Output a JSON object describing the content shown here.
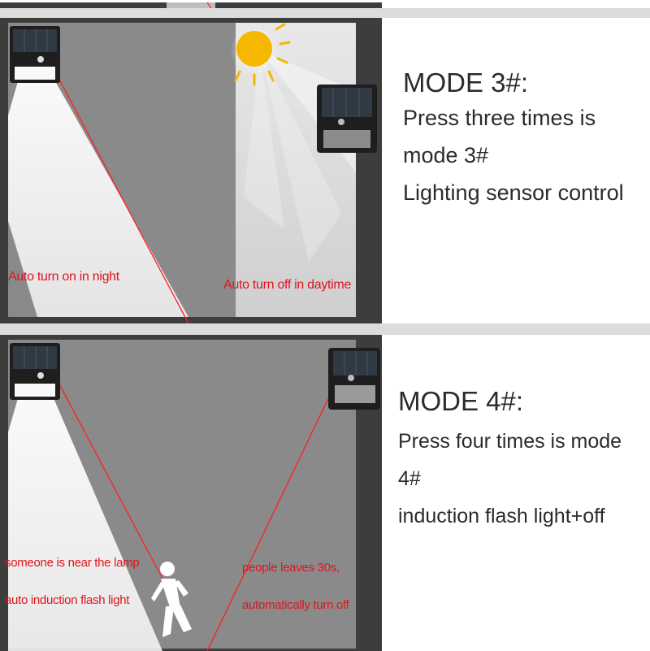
{
  "mode3": {
    "title": "MODE 3#:",
    "lines": [
      "Press three times is",
      "mode 3#",
      "Lighting sensor control"
    ],
    "label_night": "Auto turn on in night",
    "label_day": "Auto turn off in daytime"
  },
  "mode4": {
    "title": "MODE 4#:",
    "lines": [
      "Press four times is mode 4#",
      "induction flash light+off"
    ],
    "label_near_1": "someone is near the lamp",
    "label_near_2": "auto induction flash light",
    "label_leave_1": "people leaves 30s,",
    "label_leave_2": "automatically turn off"
  },
  "colors": {
    "wall_dark": "#3d3d3d",
    "wall_mid": "#8a8a8a",
    "label_red": "#e0141e",
    "beam_red": "#ff2020"
  }
}
